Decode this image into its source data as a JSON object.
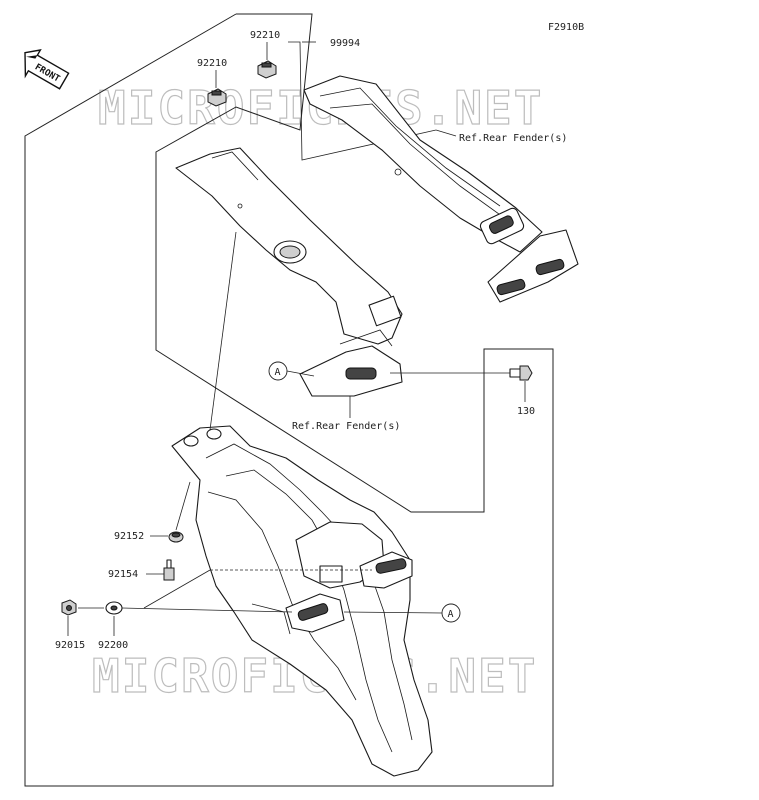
{
  "figure_code": "F2910B",
  "front_label": "FRONT",
  "watermark": "MICROFICHES.NET",
  "ref_labels": {
    "upper": "Ref.Rear Fender(s)",
    "lower": "Ref.Rear Fender(s)"
  },
  "callout_letter": "A",
  "part_numbers": {
    "nut_upper_left": "92210",
    "nut_upper_right": "92210",
    "kit": "99994",
    "bolt": "130",
    "grommet": "92152",
    "screw": "92154",
    "nut_lower": "92015",
    "washer": "92200"
  }
}
